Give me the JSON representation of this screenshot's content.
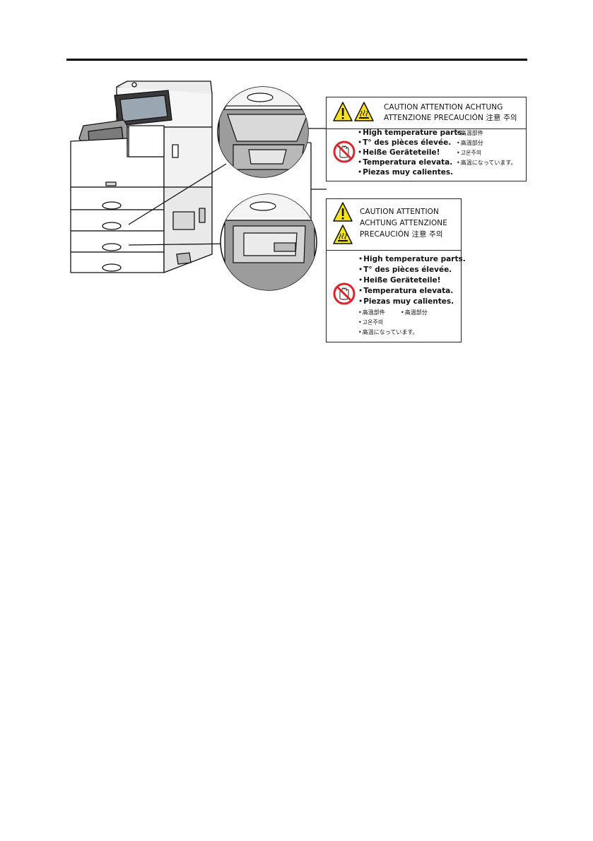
{
  "label1": {
    "header_lines": [
      "CAUTION  ATTENTION  ACHTUNG",
      "ATTENZIONE  PRECAUCIÓN 注意 주의"
    ],
    "bullets": [
      "High temperature parts.",
      "T° des pièces élevée.",
      "Heiße Geräteteile!",
      "Temperatura elevata.",
      "Piezas muy calientes."
    ],
    "small_bullets": [
      "高温部件",
      "高溫部分",
      "고온주의",
      "高温になっています。"
    ]
  },
  "label2": {
    "header_lines": [
      "CAUTION  ATTENTION",
      "ACHTUNG  ATTENZIONE",
      "PRECAUCIÓN  注意  주의"
    ],
    "bullets": [
      "High temperature parts.",
      "T° des pièces élevée.",
      "Heiße Geräteteile!",
      "Temperatura elevata.",
      "Piezas muy calientes."
    ],
    "small_bullets": [
      "高溫部件",
      "高溫部分",
      "고온주의",
      "高温になっています。"
    ]
  },
  "colors": {
    "warning_yellow": "#f5e21c",
    "prohibition_red": "#d8262c",
    "line": "#111111"
  },
  "icons": [
    "exclamation-warning-icon",
    "hot-surface-icon",
    "no-touch-hand-icon"
  ]
}
